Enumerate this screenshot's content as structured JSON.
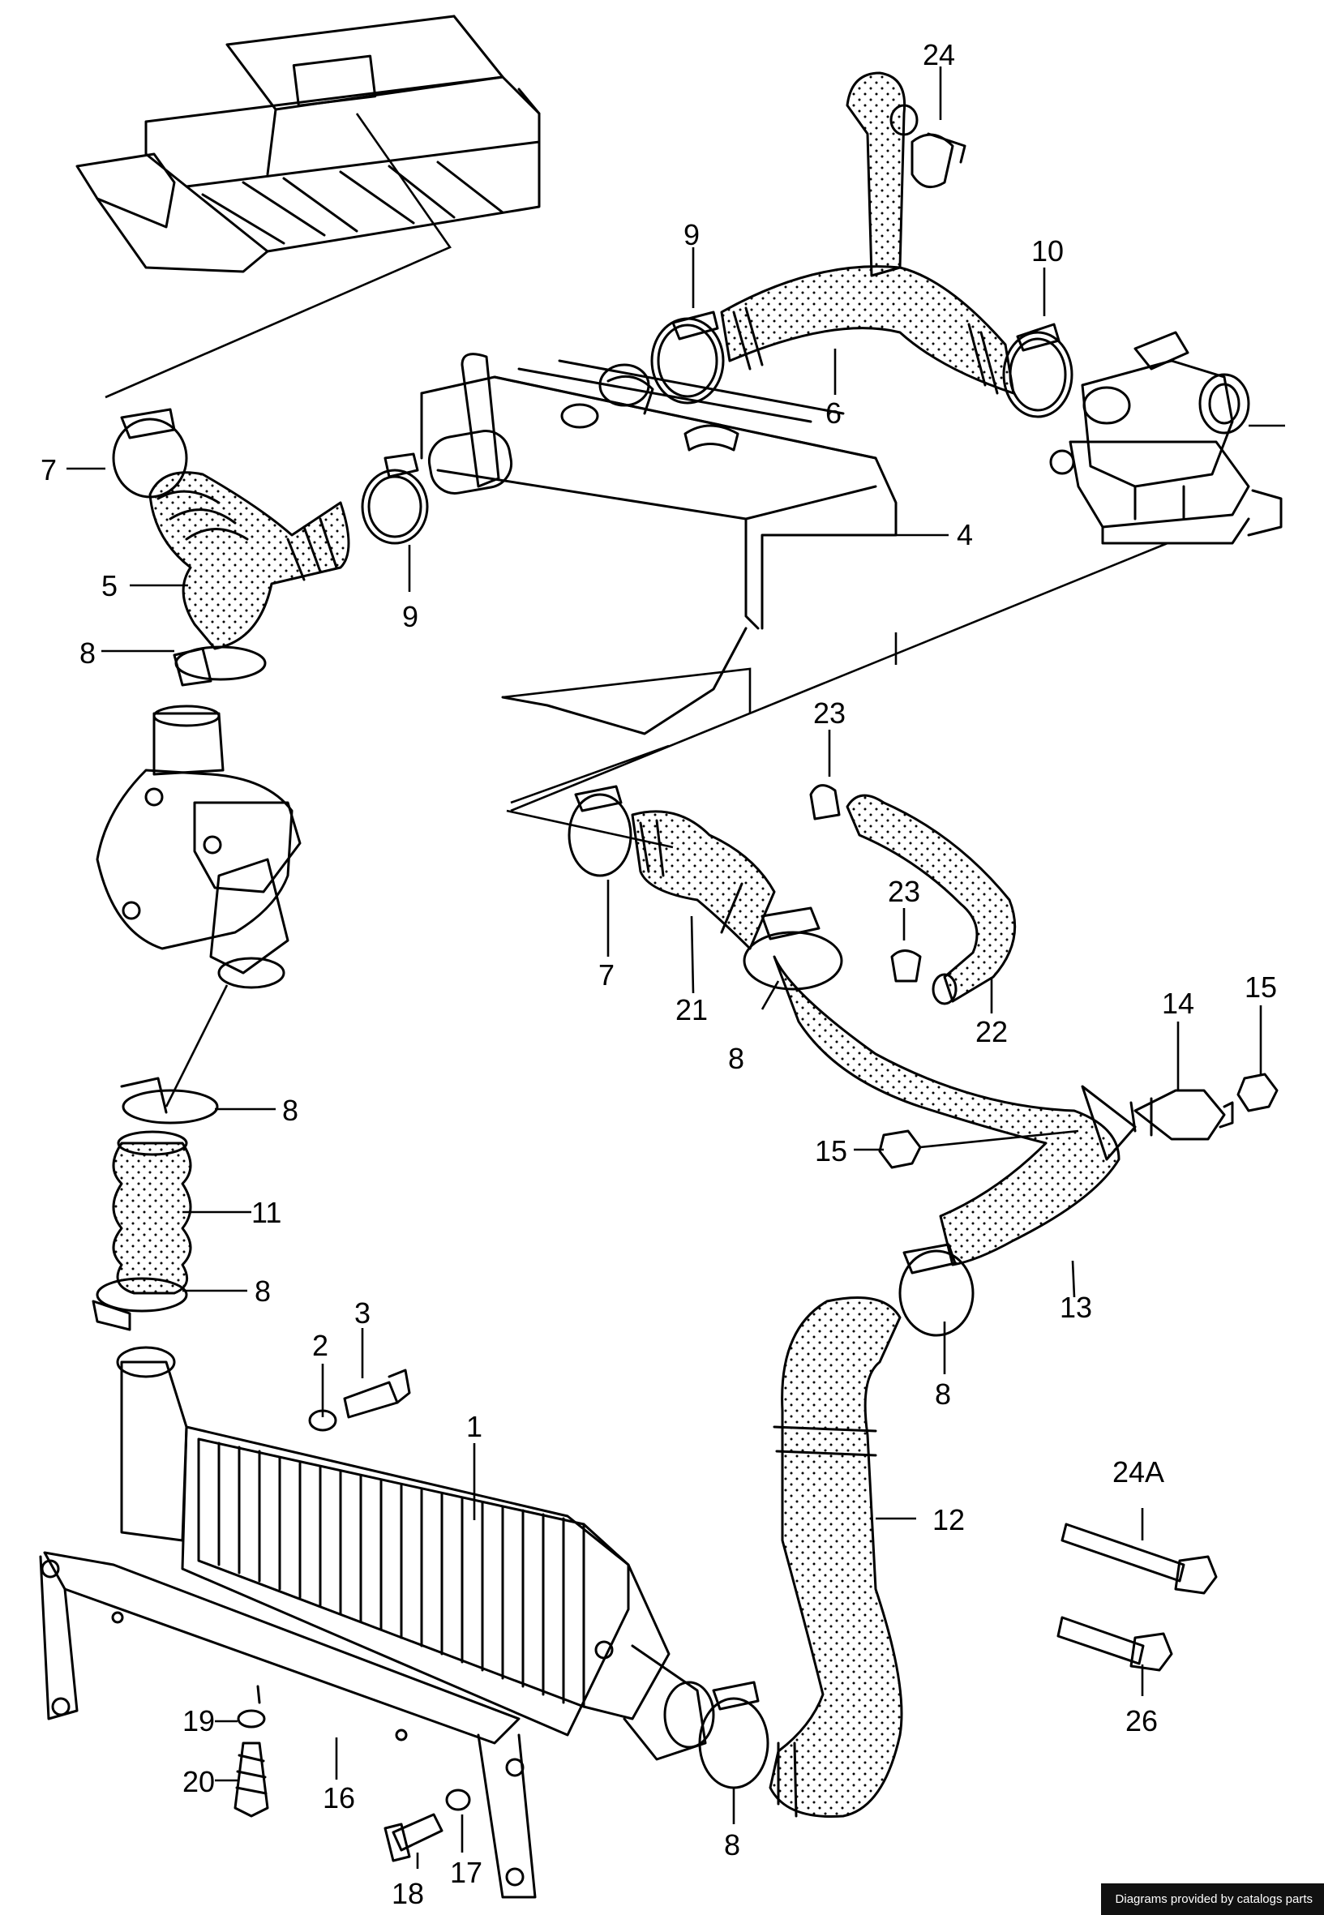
{
  "credit": "Diagrams provided by catalogs parts",
  "callouts": {
    "c1": "1",
    "c2": "2",
    "c3": "3",
    "c4": "4",
    "c5": "5",
    "c6": "6",
    "c7a": "7",
    "c7b": "7",
    "c8a": "8",
    "c8b": "8",
    "c8c": "8",
    "c8d": "8",
    "c8e": "8",
    "c8f": "8",
    "c9a": "9",
    "c9b": "9",
    "c10": "10",
    "c11": "11",
    "c12": "12",
    "c13": "13",
    "c14": "14",
    "c15a": "15",
    "c15b": "15",
    "c16": "16",
    "c17": "17",
    "c18": "18",
    "c19": "19",
    "c20": "20",
    "c21": "21",
    "c22": "22",
    "c23a": "23",
    "c23b": "23",
    "c24": "24",
    "c24A": "24A",
    "c26": "26"
  },
  "colors": {
    "line": "#000000",
    "background": "#ffffff",
    "credit_bg": "#111111",
    "credit_text": "#ffffff"
  }
}
